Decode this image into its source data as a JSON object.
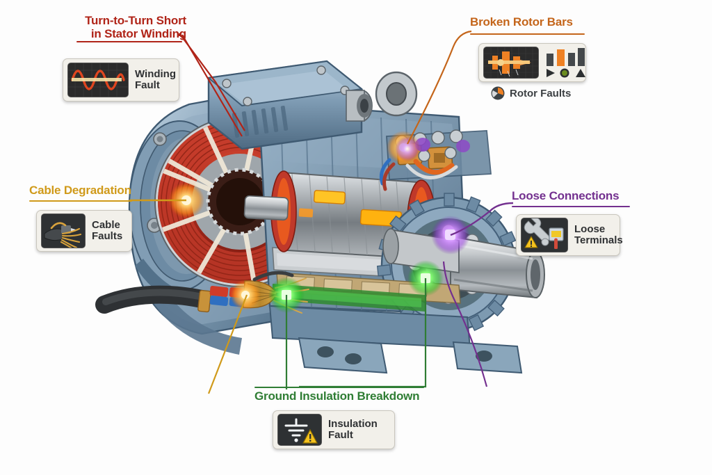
{
  "figure": {
    "subject": "cutaway-induction-motor-fault-diagram",
    "background_color": "#fdfdfd"
  },
  "annotations": [
    {
      "id": "winding",
      "title": "Turn-to-Turn Short\nin Stator Winding",
      "color": "#b02418",
      "badge_label": "Winding\nFault",
      "badge_icon": "waveform-icon",
      "sub_label": null,
      "sub_icon": null
    },
    {
      "id": "rotor",
      "title": "Broken Rotor Bars",
      "color": "#c4651a",
      "badge_label": "",
      "badge_icon": "rotor-spectrum-icon",
      "sub_label": "Rotor Faults",
      "sub_icon": "rotor-badge-icon"
    },
    {
      "id": "cable",
      "title": "Cable Degradation",
      "color": "#d09a1a",
      "badge_label": "Cable\nFaults",
      "badge_icon": "frayed-cable-icon",
      "sub_label": null,
      "sub_icon": null
    },
    {
      "id": "loose",
      "title": "Loose Connections",
      "color": "#73308f",
      "badge_label": "Loose\nTerminals",
      "badge_icon": "wrench-warning-icon",
      "sub_label": null,
      "sub_icon": null
    },
    {
      "id": "insulation",
      "title": "Ground Insulation Breakdown",
      "color": "#2f7d34",
      "badge_label": "Insulation\nFault",
      "badge_icon": "ground-warning-icon",
      "sub_label": null,
      "sub_icon": null
    }
  ],
  "palette": {
    "housing_blue": "#7c98ae",
    "housing_blue_dark": "#4f6b83",
    "housing_blue_light": "#a8bfd0",
    "winding_red": "#c0362a",
    "winding_red_dark": "#8c2318",
    "rotor_orange": "#e8761d",
    "rotor_hot": "#ffc425",
    "steel": "#b9bcbf",
    "steel_dark": "#6e7478",
    "copper": "#c8923a",
    "glow_green": "#3ddc3d",
    "glow_purple": "#a24ae0",
    "glow_amber": "#ffb93a"
  },
  "hotspots": [
    {
      "id": "winding-hotspot",
      "color": "#ffb93a"
    },
    {
      "id": "rotor-hotspot",
      "color": "#ff8a1e"
    },
    {
      "id": "cable-hotspot",
      "color": "#ffc652"
    },
    {
      "id": "loose-hotspot",
      "color": "#a24ae0"
    },
    {
      "id": "insulation-hotspot",
      "color": "#3ddc3d"
    }
  ]
}
